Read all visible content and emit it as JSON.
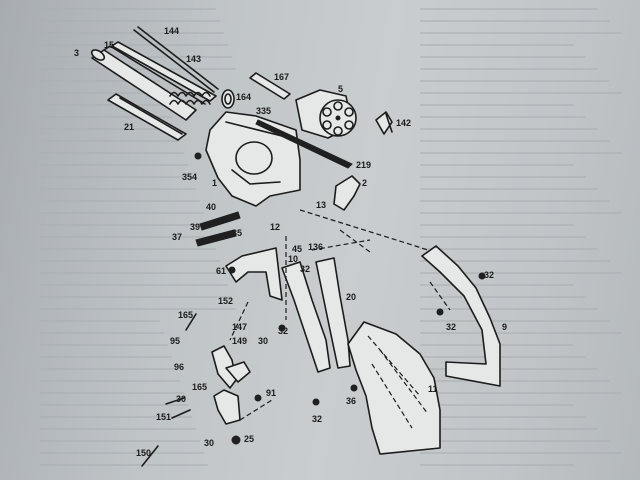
{
  "labels": {
    "p3": "3",
    "p15": "15",
    "p144": "144",
    "p143": "143",
    "p167": "167",
    "p5": "5",
    "p164": "164",
    "p335": "335",
    "p142": "142",
    "p21": "21",
    "p219": "219",
    "p354": "354",
    "p1": "1",
    "p2": "2",
    "p40": "40",
    "p39": "39",
    "p37": "37",
    "p12": "12",
    "p13": "13",
    "p35": "35",
    "p136": "136",
    "p45": "45",
    "p10": "10",
    "p32a": "32",
    "p32b": "32",
    "p32c": "32",
    "p32d": "32",
    "p32e": "32",
    "p61": "61",
    "p152": "152",
    "p165": "165",
    "p147": "147",
    "p149": "149",
    "p30a": "30",
    "p95": "95",
    "p96": "96",
    "p165b": "165",
    "p20": "20",
    "p9": "9",
    "p91": "91",
    "p30b": "30",
    "p151": "151",
    "p30c": "30",
    "p36": "36",
    "p11": "11",
    "p25": "25",
    "p150": "150"
  }
}
